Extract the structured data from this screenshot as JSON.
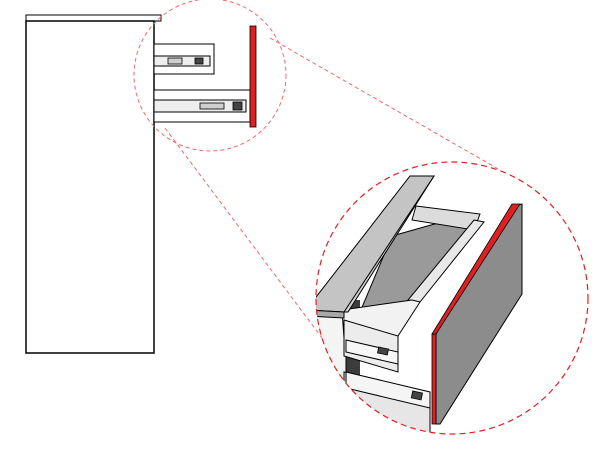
{
  "diagram": {
    "colors": {
      "outline": "#000000",
      "front_panel_edge": "#e02020",
      "callout_line": "#f06a6a",
      "drawer_front_face": "#8c8c8c",
      "worktop": "#c4c4c4",
      "drawer_interior": "#9a9a9a",
      "drawer_wall": "#dcdcdc",
      "cabinet_fill": "#ffffff",
      "runner_fill": "#eeeeee"
    },
    "parts": {
      "cabinet": "side-view-cabinet",
      "detail_circle": "zoom-source-circle",
      "magnified_view": "magnified-drawer-detail"
    }
  }
}
